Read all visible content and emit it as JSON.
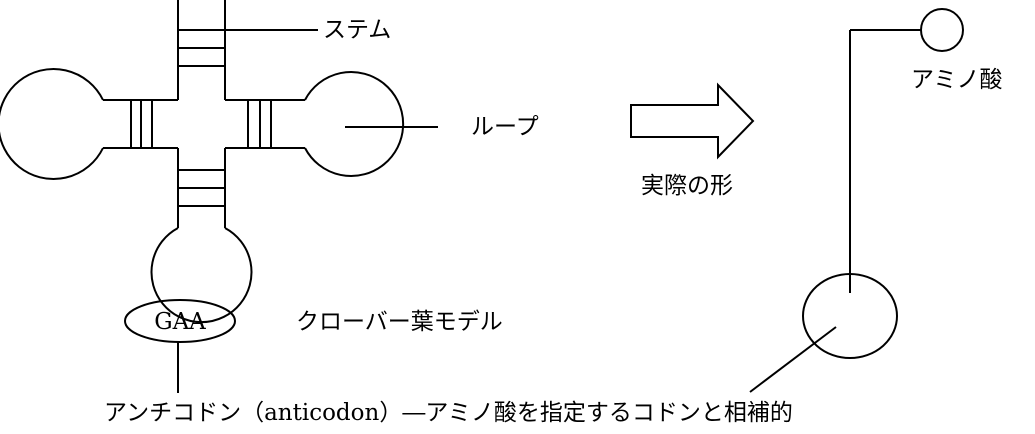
{
  "labels": {
    "stem": "ステム",
    "loop": "ループ",
    "arrow": "実際の形",
    "amino": "アミノ酸",
    "anticodon_seq": "GAA",
    "cloverleaf": "クローバー葉モデル",
    "caption": "アンチコドン（anticodon）―アミノ酸を指定するコドンと相補的"
  },
  "colors": {
    "stroke": "#000000",
    "background": "#ffffff"
  }
}
